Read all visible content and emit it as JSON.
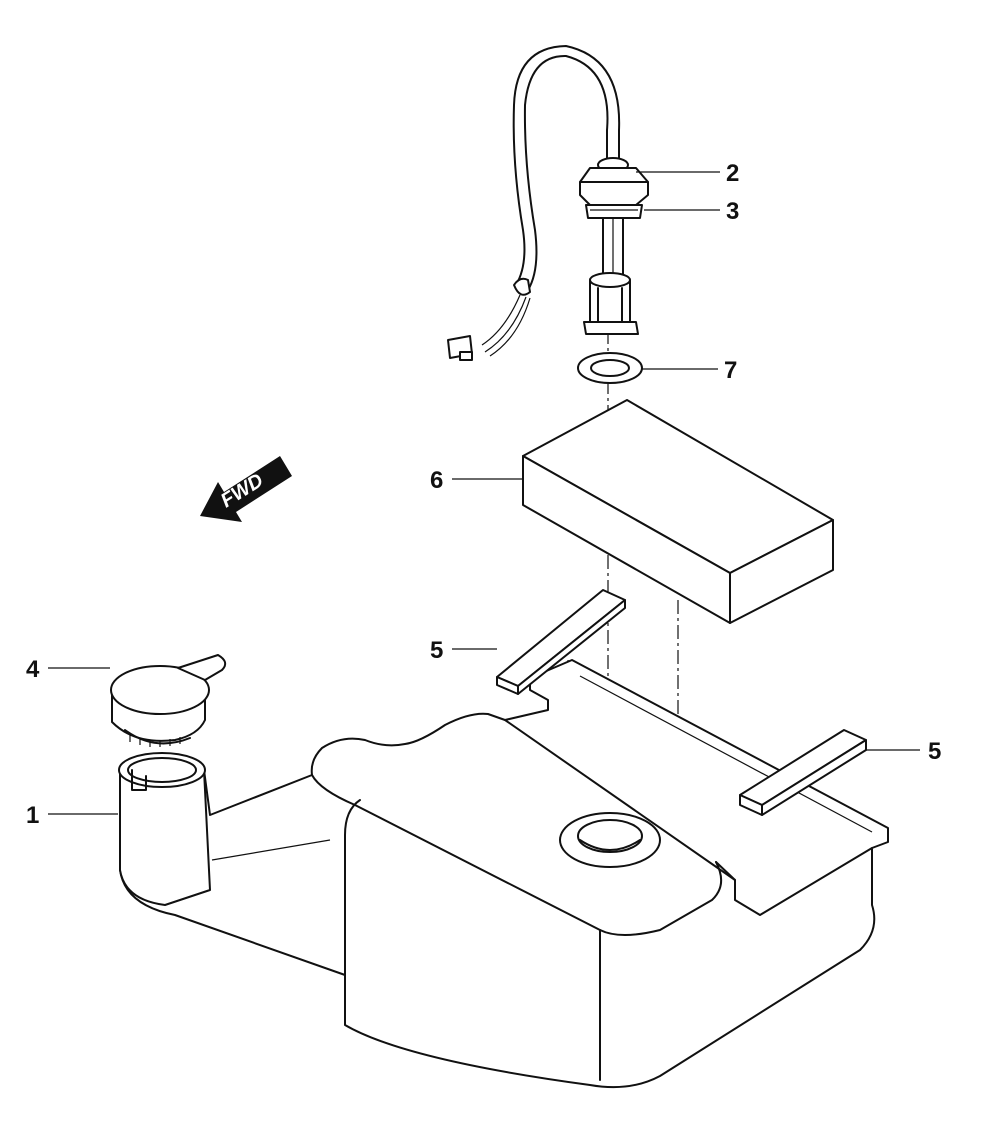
{
  "callouts": [
    {
      "id": "1",
      "label": "1"
    },
    {
      "id": "2",
      "label": "2"
    },
    {
      "id": "3",
      "label": "3"
    },
    {
      "id": "4",
      "label": "4"
    },
    {
      "id": "5a",
      "label": "5"
    },
    {
      "id": "5b",
      "label": "5"
    },
    {
      "id": "6",
      "label": "6"
    },
    {
      "id": "7",
      "label": "7"
    }
  ],
  "direction_arrow": {
    "label": "FWD",
    "color": "#111111"
  },
  "foam_pattern_color": "#222222"
}
